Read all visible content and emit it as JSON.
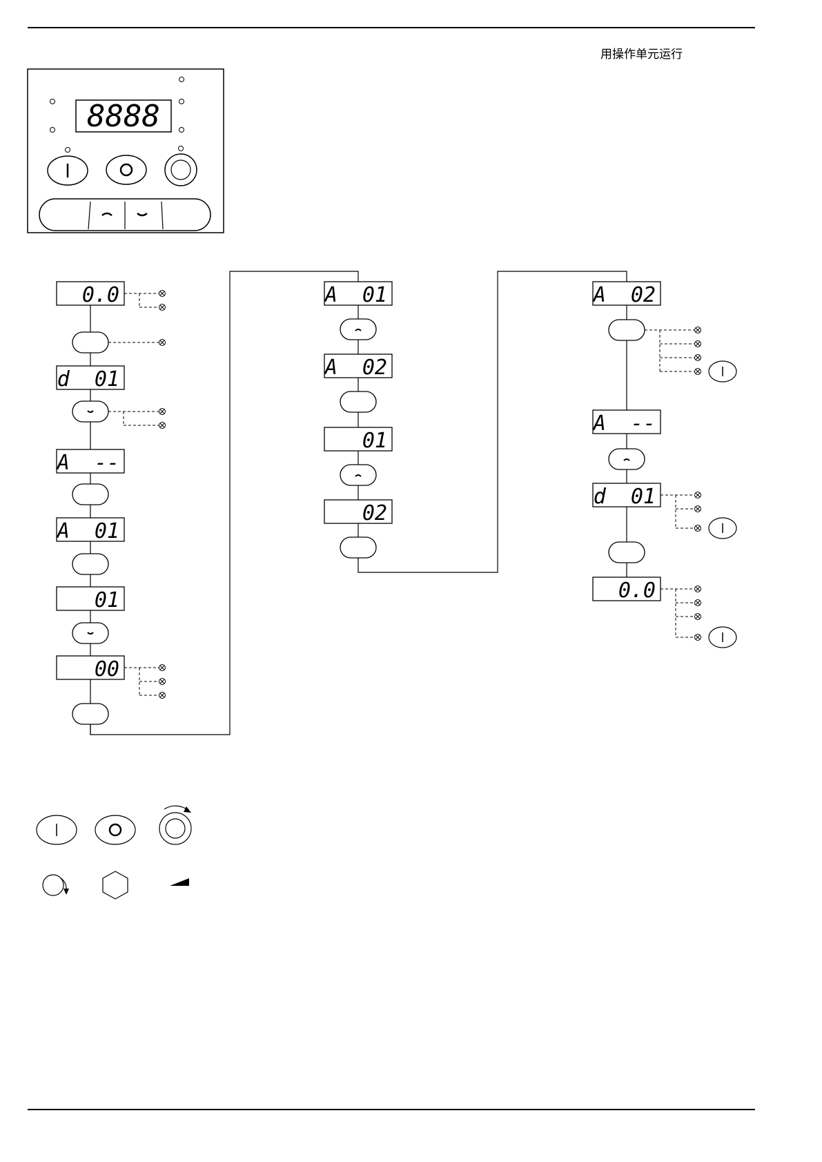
{
  "header": {
    "section_title": "用操作单元运行"
  },
  "panel": {
    "display": "8888"
  },
  "flow": {
    "column1": [
      {
        "kind": "display",
        "text": "0.0",
        "leds": 2
      },
      {
        "kind": "key",
        "label": "",
        "leds": 1
      },
      {
        "kind": "display",
        "text": "d  01"
      },
      {
        "kind": "key",
        "icon": "down-arrow-icon",
        "leds": 2
      },
      {
        "kind": "display",
        "text": "A  --"
      },
      {
        "kind": "key"
      },
      {
        "kind": "display",
        "text": "A  01"
      },
      {
        "kind": "key"
      },
      {
        "kind": "display",
        "text": "01"
      },
      {
        "kind": "key",
        "icon": "down-arrow-icon"
      },
      {
        "kind": "display",
        "text": "00",
        "leds": 3
      },
      {
        "kind": "key"
      }
    ],
    "column2": [
      {
        "kind": "display",
        "text": "A  01"
      },
      {
        "kind": "key",
        "icon": "up-arrow-icon"
      },
      {
        "kind": "display",
        "text": "A  02"
      },
      {
        "kind": "key"
      },
      {
        "kind": "display",
        "text": "01"
      },
      {
        "kind": "key",
        "icon": "up-arrow-icon"
      },
      {
        "kind": "display",
        "text": "02"
      },
      {
        "kind": "key"
      }
    ],
    "column3": [
      {
        "kind": "display",
        "text": "A  02"
      },
      {
        "kind": "key",
        "leds": 4
      },
      {
        "kind": "display",
        "text": "A  --"
      },
      {
        "kind": "key",
        "icon": "up-arrow-icon"
      },
      {
        "kind": "display",
        "text": "d  01",
        "leds": 3
      },
      {
        "kind": "key"
      },
      {
        "kind": "display",
        "text": "0.0",
        "leds": 4
      }
    ]
  },
  "legend": {
    "icons": [
      "run-key-icon",
      "stop-key-icon",
      "jog-key-icon",
      "rotation-icon",
      "hexagon-icon",
      "ramp-icon"
    ]
  }
}
